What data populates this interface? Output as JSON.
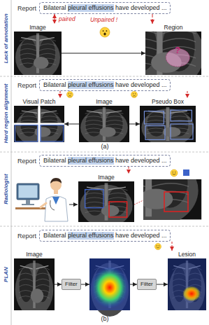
{
  "diagram": {
    "nodes": [
      {
        "text": [
          "Report",
          "Bilateral pleural effusions have developed ..."
        ]
      },
      {
        "text": [
          "Image"
        ]
      },
      {
        "text": [
          "Region"
        ]
      },
      {
        "text": [
          "Report",
          "Bilateral pleural effusions have developed ..."
        ]
      },
      {
        "text": [
          "Visual Patch"
        ]
      },
      {
        "text": [
          "Image"
        ]
      },
      {
        "text": [
          "Pseudo Box"
        ]
      },
      {
        "text": [
          "Report",
          "Bilateral pleural effusions have developed ..."
        ]
      },
      {
        "text": [
          "Image"
        ]
      },
      {
        "text": [
          "Report",
          "Bilateral pleural effusions have developed ..."
        ]
      },
      {
        "text": [
          "Image"
        ]
      },
      {
        "text": [
          "Filter"
        ]
      },
      {
        "text": [
          "Filter"
        ]
      },
      {
        "text": [
          "Lesion"
        ]
      }
    ],
    "edges": [
      {
        "from": 0,
        "to": 1,
        "label": "paired",
        "arrow": "both"
      },
      {
        "from": 0,
        "to": 2,
        "label": "Unpaired !",
        "arrow": "to"
      },
      {
        "from": 1,
        "to": 2,
        "arrow": "to"
      },
      {
        "from": 5,
        "to": 4,
        "arrow": "to"
      },
      {
        "from": 5,
        "to": 6,
        "arrow": "to"
      },
      {
        "from": 3,
        "to": 4,
        "arrow": "to"
      },
      {
        "from": 3,
        "to": 6,
        "arrow": "to"
      },
      {
        "from": 7,
        "to": 8,
        "arrow": "to"
      },
      {
        "from": 10,
        "to": 11,
        "arrow": "to"
      },
      {
        "from": 12,
        "to": 13,
        "arrow": "to"
      },
      {
        "from": 9,
        "to": 13,
        "arrow": "to"
      }
    ],
    "labels": [
      "Lack of annotation",
      "Hard region alignment",
      "Radiologist",
      "PLAN",
      "(a)",
      "(b)",
      "?"
    ]
  }
}
